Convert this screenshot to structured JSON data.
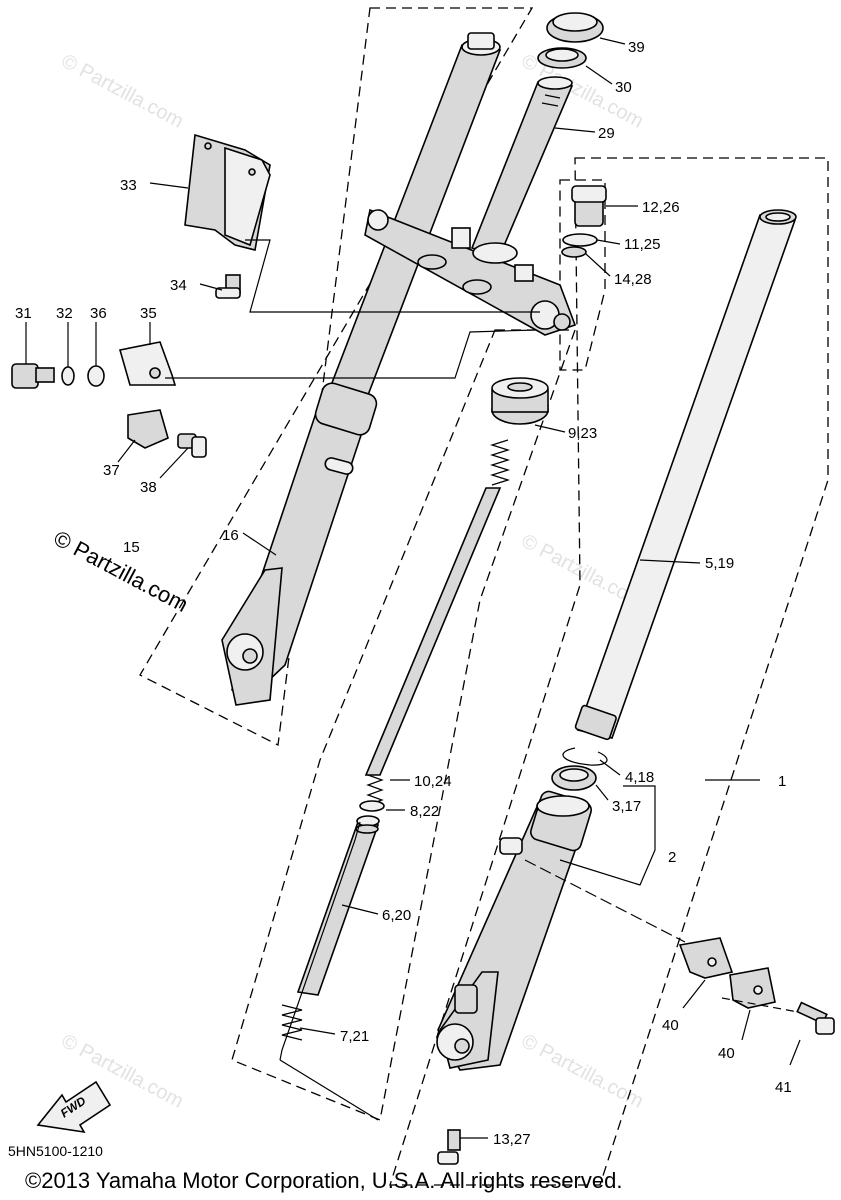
{
  "diagram_code": "5HN5100-1210",
  "copyright": "©2013 Yamaha Motor Corporation, U.S.A. All rights reserved.",
  "watermark_main": "© Partzilla.com",
  "watermark_faint": "© Partzilla.com",
  "fwd_label": "FWD",
  "labels": {
    "p39": "39",
    "p30": "30",
    "p29": "29",
    "p12_26": "12,26",
    "p11_25": "11,25",
    "p14_28": "14,28",
    "p33": "33",
    "p34": "34",
    "p31": "31",
    "p32": "32",
    "p36": "36",
    "p35": "35",
    "p37": "37",
    "p38": "38",
    "p9_23": "9,23",
    "p15": "15",
    "p16": "16",
    "p5_19": "5,19",
    "p1": "1",
    "p4_18": "4,18",
    "p10_24": "10,24",
    "p3_17": "3,17",
    "p8_22": "8,22",
    "p2": "2",
    "p6_20": "6,20",
    "p40a": "40",
    "p40b": "40",
    "p41": "41",
    "p7_21": "7,21",
    "p13_27": "13,27"
  }
}
